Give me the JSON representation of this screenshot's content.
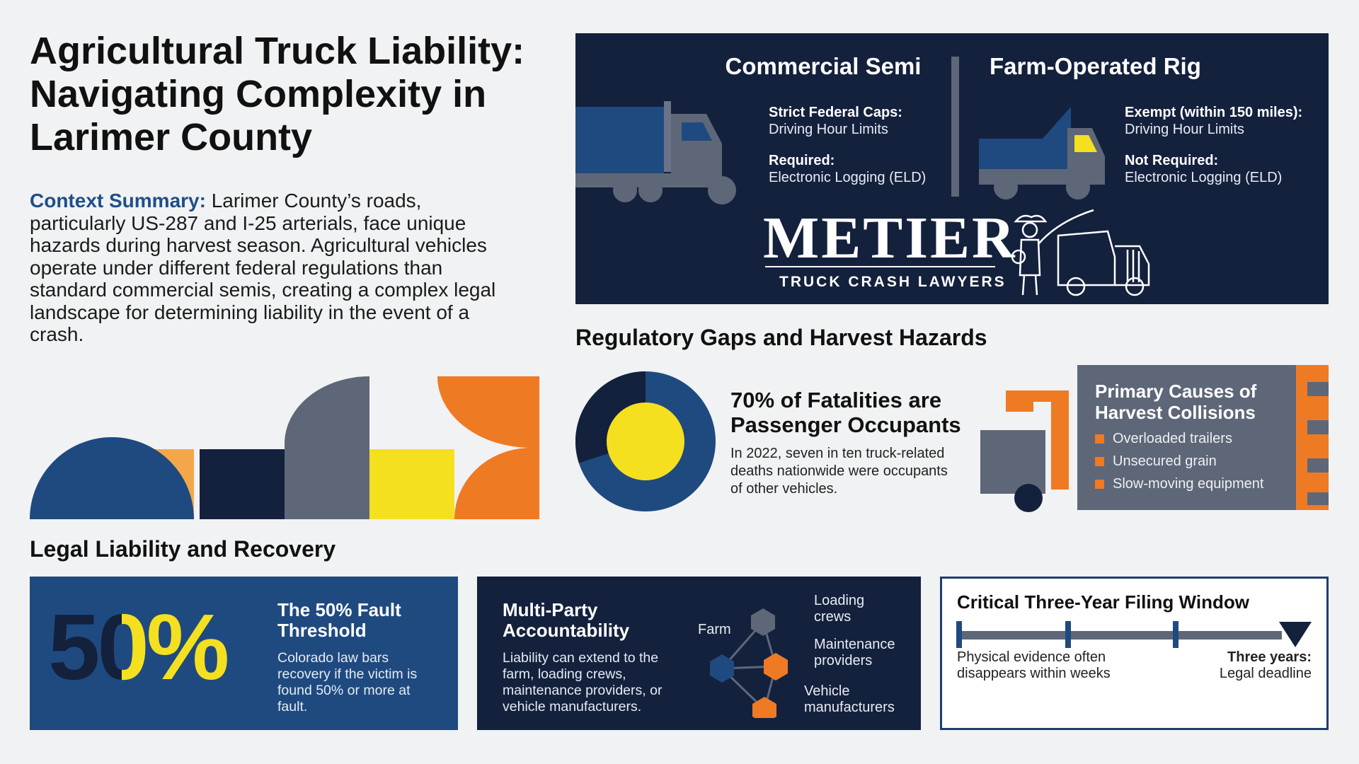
{
  "title_lines": [
    "Agricultural Truck Liability:",
    "Navigating Complexity in",
    "Larimer County"
  ],
  "context": {
    "label": "Context Summary:",
    "text": " Larimer County’s roads, particularly US-287 and I-25 arterials, face unique hazards during harvest season. Agricultural vehicles operate under different federal regulations than standard commercial semis, creating a complex legal landscape for determining liability in the event of a crash."
  },
  "comparison": {
    "left": {
      "title": "Commercial Semi",
      "item1_label": "Strict Federal Caps:",
      "item1_text": "Driving Hour Limits",
      "item2_label": "Required:",
      "item2_text": "Electronic Logging (ELD)"
    },
    "right": {
      "title": "Farm-Operated Rig",
      "item1_label": "Exempt (within 150 miles):",
      "item1_text": "Driving Hour Limits",
      "item2_label": "Not Required:",
      "item2_text": "Electronic Logging (ELD)"
    },
    "logo_name": "METIER",
    "logo_sub": "TRUCK CRASH LAWYERS"
  },
  "regulatory": {
    "heading": "Regulatory Gaps and Harvest Hazards",
    "stat_heading_lines": [
      "70% of Fatalities are",
      "Passenger Occupants"
    ],
    "stat_text_lines": [
      "In 2022, seven in ten truck-related",
      "deaths nationwide were occupants",
      "of other vehicles."
    ],
    "fatality_share": 0.7,
    "causes_heading_lines": [
      "Primary Causes of",
      "Harvest Collisions"
    ],
    "causes": [
      "Overloaded trailers",
      "Unsecured grain",
      "Slow-moving equipment"
    ]
  },
  "legal": {
    "heading": "Legal Liability and Recovery",
    "threshold": {
      "big_a": "5",
      "big_b": "0",
      "big_c": "%",
      "heading_lines": [
        "The 50% Fault",
        "Threshold"
      ],
      "text_lines": [
        "Colorado law bars",
        "recovery if the victim is",
        "found 50% or more at",
        "fault."
      ]
    },
    "multi": {
      "heading_lines": [
        "Multi-Party",
        "Accountability"
      ],
      "text_lines": [
        "Liability can extend to the",
        "farm, loading crews,",
        "maintenance providers, or",
        "vehicle manufacturers."
      ],
      "node_farm": "Farm",
      "node_loading_lines": [
        "Loading",
        "crews"
      ],
      "node_maint_lines": [
        "Maintenance",
        "providers"
      ],
      "node_vehicle_lines": [
        "Vehicle",
        "manufacturers"
      ]
    },
    "window": {
      "heading": "Critical Three-Year Filing Window",
      "left_lines": [
        "Physical evidence often",
        "disappears within weeks"
      ],
      "right_label": "Three years:",
      "right_text": "Legal deadline"
    }
  },
  "colors": {
    "navy": "#14213d",
    "blue": "#1f4a80",
    "gray": "#5e6778",
    "yellow": "#f5e020",
    "orange": "#ef7a24",
    "light_orange": "#f4a74a"
  }
}
